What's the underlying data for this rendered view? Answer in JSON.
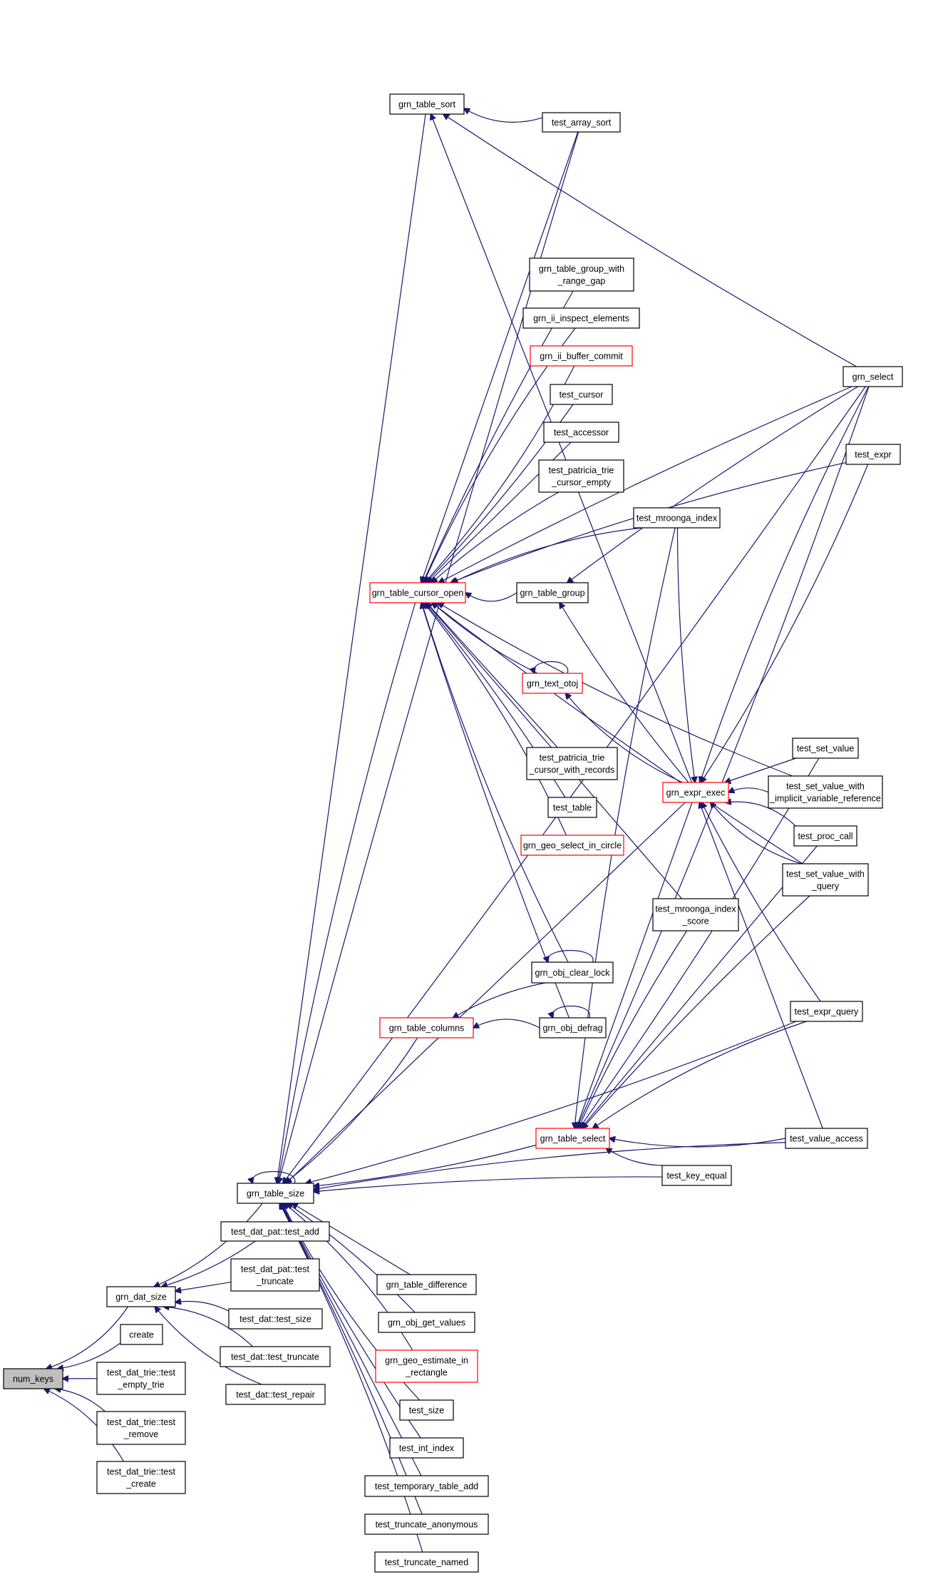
{
  "diagram": {
    "type": "call-graph",
    "focus_node": "num_keys",
    "colors": {
      "edge": "#191970",
      "focus_fill": "#bfbfbf",
      "truncated_border": "#ff0000",
      "normal_border": "#000000"
    },
    "nodes": [
      {
        "id": "num_keys",
        "lines": [
          "num_keys"
        ],
        "style": "focus"
      },
      {
        "id": "grn_dat_size",
        "lines": [
          "grn_dat_size"
        ],
        "style": "normal"
      },
      {
        "id": "create",
        "lines": [
          "create"
        ],
        "style": "normal"
      },
      {
        "id": "test_dat_trie_empty",
        "lines": [
          "test_dat_trie::test",
          "_empty_trie"
        ],
        "style": "normal"
      },
      {
        "id": "test_dat_trie_remove",
        "lines": [
          "test_dat_trie::test",
          "_remove"
        ],
        "style": "normal"
      },
      {
        "id": "test_dat_trie_create",
        "lines": [
          "test_dat_trie::test",
          "_create"
        ],
        "style": "normal"
      },
      {
        "id": "grn_table_size",
        "lines": [
          "grn_table_size"
        ],
        "style": "normal"
      },
      {
        "id": "test_dat_pat_add",
        "lines": [
          "test_dat_pat::test_add"
        ],
        "style": "normal"
      },
      {
        "id": "test_dat_pat_truncate",
        "lines": [
          "test_dat_pat::test",
          "_truncate"
        ],
        "style": "normal"
      },
      {
        "id": "test_dat_size",
        "lines": [
          "test_dat::test_size"
        ],
        "style": "normal"
      },
      {
        "id": "test_dat_truncate",
        "lines": [
          "test_dat::test_truncate"
        ],
        "style": "normal"
      },
      {
        "id": "test_dat_repair",
        "lines": [
          "test_dat::test_repair"
        ],
        "style": "normal"
      },
      {
        "id": "grn_table_sort",
        "lines": [
          "grn_table_sort"
        ],
        "style": "normal"
      },
      {
        "id": "test_array_sort",
        "lines": [
          "test_array_sort"
        ],
        "style": "normal"
      },
      {
        "id": "grn_table_group_with_range_gap",
        "lines": [
          "grn_table_group_with",
          "_range_gap"
        ],
        "style": "normal"
      },
      {
        "id": "grn_ii_inspect_elements",
        "lines": [
          "grn_ii_inspect_elements"
        ],
        "style": "normal"
      },
      {
        "id": "grn_ii_buffer_commit",
        "lines": [
          "grn_ii_buffer_commit"
        ],
        "style": "truncated"
      },
      {
        "id": "test_cursor",
        "lines": [
          "test_cursor"
        ],
        "style": "normal"
      },
      {
        "id": "test_accessor",
        "lines": [
          "test_accessor"
        ],
        "style": "normal"
      },
      {
        "id": "test_patricia_trie_cursor_empty",
        "lines": [
          "test_patricia_trie",
          "_cursor_empty"
        ],
        "style": "normal"
      },
      {
        "id": "test_mroonga_index",
        "lines": [
          "test_mroonga_index"
        ],
        "style": "normal"
      },
      {
        "id": "grn_table_cursor_open",
        "lines": [
          "grn_table_cursor_open"
        ],
        "style": "truncated"
      },
      {
        "id": "grn_table_group",
        "lines": [
          "grn_table_group"
        ],
        "style": "normal"
      },
      {
        "id": "grn_text_otoj",
        "lines": [
          "grn_text_otoj"
        ],
        "style": "truncated"
      },
      {
        "id": "test_patricia_trie_cursor_with_records",
        "lines": [
          "test_patricia_trie",
          "_cursor_with_records"
        ],
        "style": "normal"
      },
      {
        "id": "test_table",
        "lines": [
          "test_table"
        ],
        "style": "normal"
      },
      {
        "id": "grn_geo_select_in_circle",
        "lines": [
          "grn_geo_select_in_circle"
        ],
        "style": "truncated"
      },
      {
        "id": "grn_expr_exec",
        "lines": [
          "grn_expr_exec"
        ],
        "style": "truncated"
      },
      {
        "id": "test_mroonga_index_score",
        "lines": [
          "test_mroonga_index",
          "_score"
        ],
        "style": "normal"
      },
      {
        "id": "grn_obj_clear_lock",
        "lines": [
          "grn_obj_clear_lock"
        ],
        "style": "normal"
      },
      {
        "id": "grn_table_columns",
        "lines": [
          "grn_table_columns"
        ],
        "style": "truncated"
      },
      {
        "id": "grn_obj_defrag",
        "lines": [
          "grn_obj_defrag"
        ],
        "style": "normal"
      },
      {
        "id": "grn_table_select",
        "lines": [
          "grn_table_select"
        ],
        "style": "truncated"
      },
      {
        "id": "test_key_equal",
        "lines": [
          "test_key_equal"
        ],
        "style": "normal"
      },
      {
        "id": "grn_select",
        "lines": [
          "grn_select"
        ],
        "style": "normal"
      },
      {
        "id": "test_expr",
        "lines": [
          "test_expr"
        ],
        "style": "normal"
      },
      {
        "id": "test_set_value",
        "lines": [
          "test_set_value"
        ],
        "style": "normal"
      },
      {
        "id": "test_set_value_with_implicit",
        "lines": [
          "test_set_value_with",
          "_implicit_variable_reference"
        ],
        "style": "normal"
      },
      {
        "id": "test_proc_call",
        "lines": [
          "test_proc_call"
        ],
        "style": "normal"
      },
      {
        "id": "test_set_value_with_query",
        "lines": [
          "test_set_value_with",
          "_query"
        ],
        "style": "normal"
      },
      {
        "id": "test_expr_query",
        "lines": [
          "test_expr_query"
        ],
        "style": "normal"
      },
      {
        "id": "test_value_access",
        "lines": [
          "test_value_access"
        ],
        "style": "normal"
      },
      {
        "id": "grn_table_difference",
        "lines": [
          "grn_table_difference"
        ],
        "style": "normal"
      },
      {
        "id": "grn_obj_get_values",
        "lines": [
          "grn_obj_get_values"
        ],
        "style": "normal"
      },
      {
        "id": "grn_geo_estimate_in_rectangle",
        "lines": [
          "grn_geo_estimate_in",
          "_rectangle"
        ],
        "style": "truncated"
      },
      {
        "id": "test_size",
        "lines": [
          "test_size"
        ],
        "style": "normal"
      },
      {
        "id": "test_int_index",
        "lines": [
          "test_int_index"
        ],
        "style": "normal"
      },
      {
        "id": "test_temporary_table_add",
        "lines": [
          "test_temporary_table_add"
        ],
        "style": "normal"
      },
      {
        "id": "test_truncate_anonymous",
        "lines": [
          "test_truncate_anonymous"
        ],
        "style": "normal"
      },
      {
        "id": "test_truncate_named",
        "lines": [
          "test_truncate_named"
        ],
        "style": "normal"
      }
    ],
    "edges": [
      [
        "grn_dat_size",
        "num_keys"
      ],
      [
        "create",
        "num_keys"
      ],
      [
        "test_dat_trie_empty",
        "num_keys"
      ],
      [
        "test_dat_trie_remove",
        "num_keys"
      ],
      [
        "test_dat_trie_create",
        "num_keys"
      ],
      [
        "grn_table_size",
        "grn_dat_size"
      ],
      [
        "test_dat_pat_add",
        "grn_dat_size"
      ],
      [
        "test_dat_pat_truncate",
        "grn_dat_size"
      ],
      [
        "test_dat_size",
        "grn_dat_size"
      ],
      [
        "test_dat_truncate",
        "grn_dat_size"
      ],
      [
        "test_dat_repair",
        "grn_dat_size"
      ],
      [
        "grn_table_size",
        "grn_table_size"
      ],
      [
        "grn_table_sort",
        "grn_table_size"
      ],
      [
        "test_array_sort",
        "grn_table_size"
      ],
      [
        "grn_table_cursor_open",
        "grn_table_size"
      ],
      [
        "grn_table_columns",
        "grn_table_size"
      ],
      [
        "grn_table_select",
        "grn_table_size"
      ],
      [
        "grn_expr_exec",
        "grn_table_size"
      ],
      [
        "test_key_equal",
        "grn_table_size"
      ],
      [
        "test_value_access",
        "grn_table_size"
      ],
      [
        "test_expr_query",
        "grn_table_size"
      ],
      [
        "grn_select",
        "grn_table_size"
      ],
      [
        "grn_table_difference",
        "grn_table_size"
      ],
      [
        "grn_obj_get_values",
        "grn_table_size"
      ],
      [
        "grn_geo_estimate_in_rectangle",
        "grn_table_size"
      ],
      [
        "test_size",
        "grn_table_size"
      ],
      [
        "test_int_index",
        "grn_table_size"
      ],
      [
        "test_temporary_table_add",
        "grn_table_size"
      ],
      [
        "test_truncate_anonymous",
        "grn_table_size"
      ],
      [
        "test_truncate_named",
        "grn_table_size"
      ],
      [
        "test_array_sort",
        "grn_table_sort"
      ],
      [
        "grn_select",
        "grn_table_sort"
      ],
      [
        "grn_expr_exec",
        "grn_table_sort"
      ],
      [
        "grn_table_group_with_range_gap",
        "grn_table_cursor_open"
      ],
      [
        "grn_ii_inspect_elements",
        "grn_table_cursor_open"
      ],
      [
        "grn_ii_buffer_commit",
        "grn_table_cursor_open"
      ],
      [
        "test_cursor",
        "grn_table_cursor_open"
      ],
      [
        "test_accessor",
        "grn_table_cursor_open"
      ],
      [
        "test_patricia_trie_cursor_empty",
        "grn_table_cursor_open"
      ],
      [
        "test_mroonga_index",
        "grn_table_cursor_open"
      ],
      [
        "grn_table_group",
        "grn_table_cursor_open"
      ],
      [
        "grn_text_otoj",
        "grn_table_cursor_open"
      ],
      [
        "test_patricia_trie_cursor_with_records",
        "grn_table_cursor_open"
      ],
      [
        "test_table",
        "grn_table_cursor_open"
      ],
      [
        "grn_geo_select_in_circle",
        "grn_table_cursor_open"
      ],
      [
        "grn_obj_clear_lock",
        "grn_table_cursor_open"
      ],
      [
        "grn_obj_defrag",
        "grn_table_cursor_open"
      ],
      [
        "test_array_sort",
        "grn_table_cursor_open"
      ],
      [
        "grn_select",
        "grn_table_cursor_open"
      ],
      [
        "test_expr",
        "grn_table_cursor_open"
      ],
      [
        "test_set_value_with_implicit",
        "grn_table_cursor_open"
      ],
      [
        "test_set_value_with_query",
        "grn_table_cursor_open"
      ],
      [
        "test_mroonga_index_score",
        "grn_table_cursor_open"
      ],
      [
        "grn_select",
        "grn_table_group"
      ],
      [
        "grn_text_otoj",
        "grn_text_otoj"
      ],
      [
        "grn_expr_exec",
        "grn_text_otoj"
      ],
      [
        "grn_expr_exec",
        "grn_table_group"
      ],
      [
        "test_set_value",
        "grn_expr_exec"
      ],
      [
        "test_set_value_with_implicit",
        "grn_expr_exec"
      ],
      [
        "test_proc_call",
        "grn_expr_exec"
      ],
      [
        "test_set_value_with_query",
        "grn_expr_exec"
      ],
      [
        "test_expr_query",
        "grn_expr_exec"
      ],
      [
        "test_value_access",
        "grn_expr_exec"
      ],
      [
        "test_mroonga_index",
        "grn_expr_exec"
      ],
      [
        "grn_select",
        "grn_expr_exec"
      ],
      [
        "test_expr",
        "grn_expr_exec"
      ],
      [
        "grn_obj_clear_lock",
        "grn_obj_clear_lock"
      ],
      [
        "grn_obj_defrag",
        "grn_obj_defrag"
      ],
      [
        "grn_obj_clear_lock",
        "grn_table_columns"
      ],
      [
        "grn_obj_defrag",
        "grn_table_columns"
      ],
      [
        "test_value_access",
        "grn_table_select"
      ],
      [
        "test_key_equal",
        "grn_table_select"
      ],
      [
        "grn_expr_exec",
        "grn_table_select"
      ],
      [
        "test_mroonga_index_score",
        "grn_table_select"
      ],
      [
        "test_mroonga_index",
        "grn_table_select"
      ],
      [
        "grn_select",
        "grn_table_select"
      ],
      [
        "test_set_value",
        "grn_table_select"
      ],
      [
        "test_proc_call",
        "grn_table_select"
      ],
      [
        "test_set_value_with_query",
        "grn_table_select"
      ],
      [
        "test_expr_query",
        "grn_table_select"
      ]
    ]
  }
}
